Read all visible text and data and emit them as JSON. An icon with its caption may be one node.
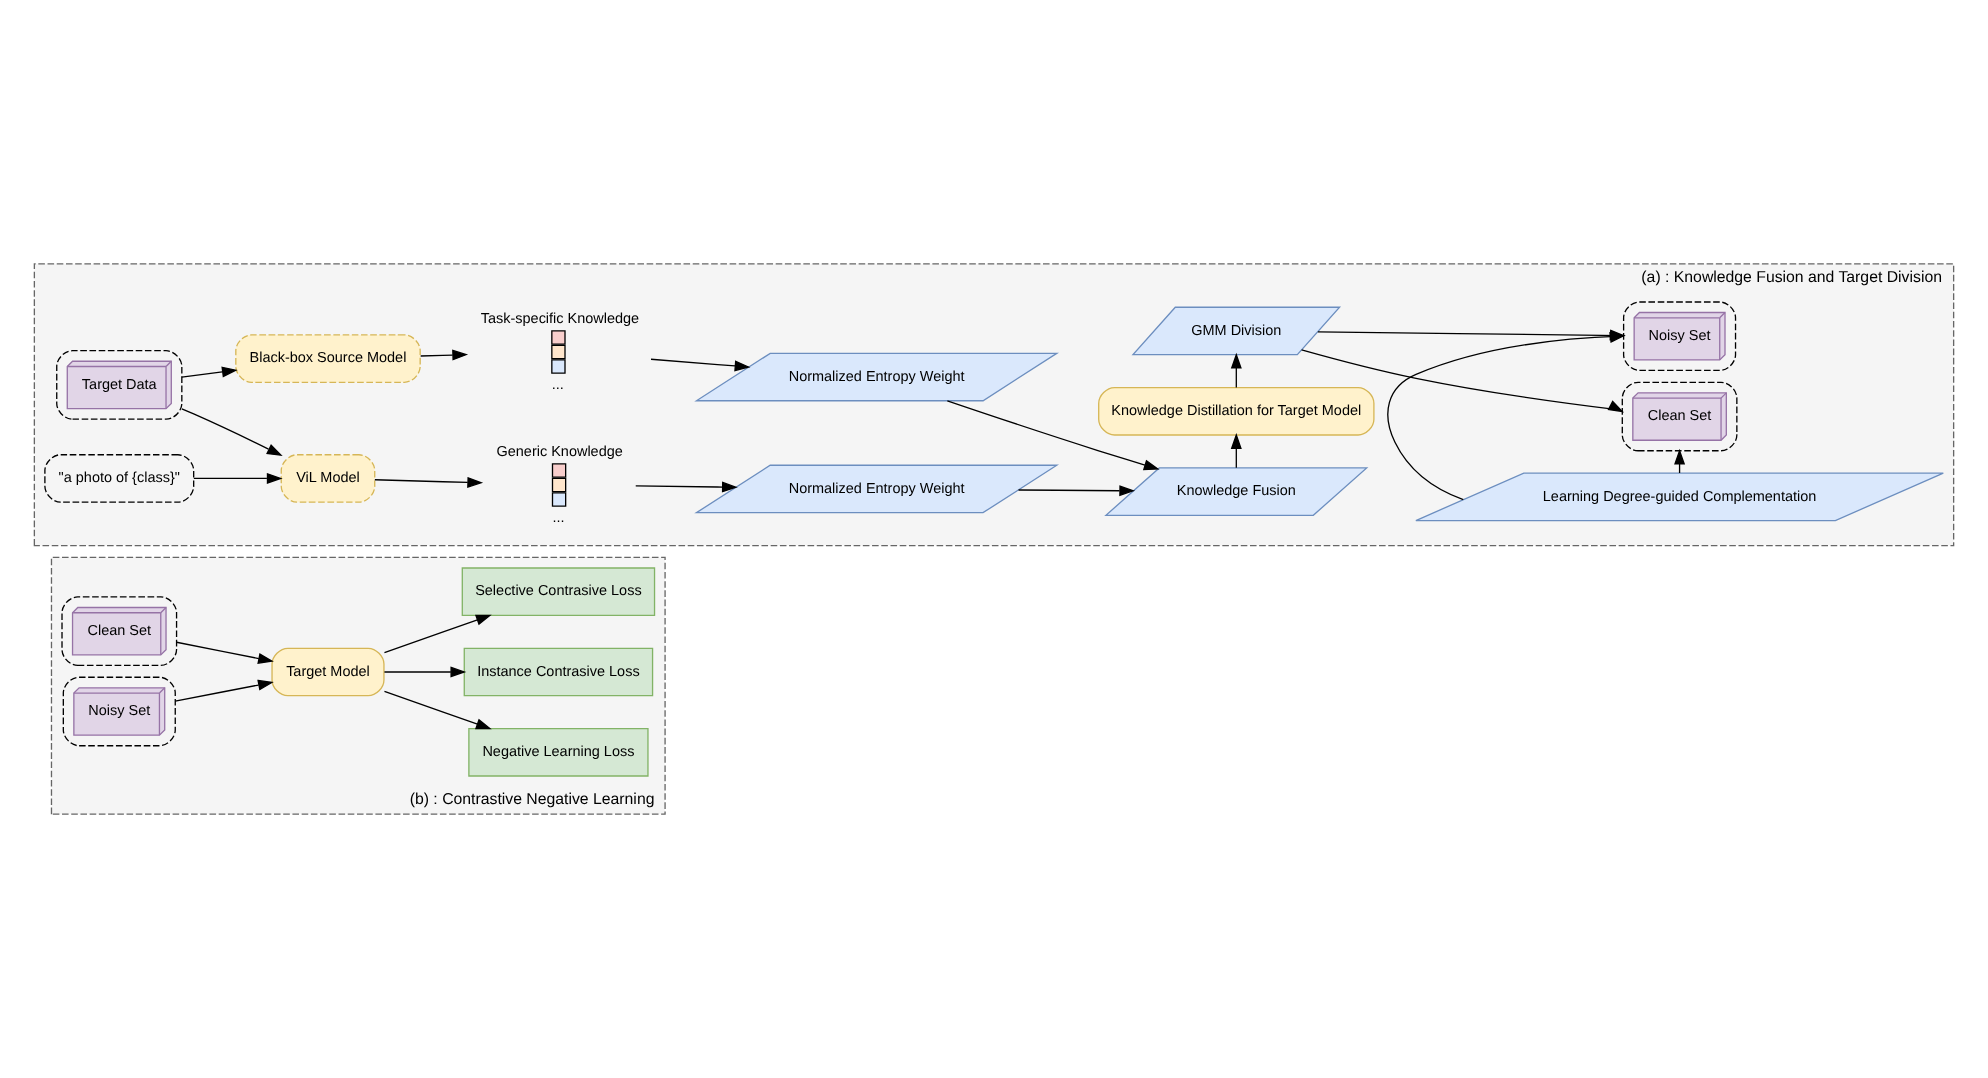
{
  "diagram": {
    "nodes": [
      {
        "text": [
          "(a) : Knowledge Fusion and Target Division"
        ]
      },
      {
        "text": [
          "\"a photo of {class}\""
        ],
        "in": 0
      },
      {
        "text": [
          "ViL Model"
        ],
        "in": 0
      },
      {
        "text": [],
        "shape": "box",
        "in": 0
      },
      {
        "text": [
          "Target Data"
        ],
        "in": 3
      },
      {
        "text": [
          "Black-box Source Model"
        ],
        "in": 0
      },
      {
        "text": [
          "Generic Knowledge"
        ],
        "beside": [
          "..."
        ],
        "in": 0
      },
      {
        "text": [
          "Task-specific Knowledge"
        ],
        "beside": [
          "..."
        ],
        "in": 0
      },
      {
        "text": [
          "Normalized Entropy Weight"
        ],
        "in": 0
      },
      {
        "text": [
          "Normalized Entropy Weight"
        ],
        "in": 0
      },
      {
        "text": [
          "Knowledge Fusion"
        ],
        "in": 0
      },
      {
        "text": [
          "Knowledge Distillation for Target Model"
        ],
        "in": 0
      },
      {
        "text": [
          "GMM Division"
        ],
        "in": 0
      },
      {
        "text": [],
        "shape": "box",
        "in": 0
      },
      {
        "text": [
          "Clean Set"
        ],
        "in": 13
      },
      {
        "text": [
          "Learning Degree-guided Complementation"
        ],
        "in": 0
      },
      {
        "text": [],
        "shape": "box",
        "in": 0
      },
      {
        "text": [
          "Noisy Set"
        ],
        "in": 16
      },
      {
        "text": [
          "(b) : Contrastive Negative Learning"
        ]
      },
      {
        "text": [],
        "shape": "box",
        "in": 18
      },
      {
        "text": [
          "Clean Set"
        ],
        "in": 19
      },
      {
        "text": [],
        "shape": "box",
        "in": 18
      },
      {
        "text": [
          "Noisy Set"
        ],
        "in": 21
      },
      {
        "text": [
          "Target Model"
        ],
        "in": 18
      },
      {
        "text": [
          "Negative Learning Loss"
        ],
        "in": 18
      },
      {
        "text": [
          "Instance Contrasive Loss"
        ],
        "in": 18
      },
      {
        "text": [
          "Selective Contrasive Loss"
        ],
        "in": 18
      }
    ],
    "edges": [
      {
        "from": 1,
        "to": 2,
        "arrow": "to"
      },
      {
        "from": 3,
        "to": 2,
        "arrow": "to"
      },
      {
        "from": 3,
        "to": 5,
        "arrow": "to"
      },
      {
        "from": 2,
        "to": 6,
        "arrow": "to"
      },
      {
        "from": 5,
        "to": 7,
        "arrow": "to"
      },
      {
        "from": 6,
        "to": 8,
        "arrow": "to"
      },
      {
        "from": 7,
        "to": 9,
        "arrow": "to"
      },
      {
        "from": 8,
        "to": 10,
        "arrow": "to"
      },
      {
        "from": 9,
        "to": 10,
        "arrow": "to"
      },
      {
        "from": 10,
        "to": 11,
        "arrow": "to"
      },
      {
        "from": 11,
        "to": 12,
        "arrow": "to"
      },
      {
        "from": 12,
        "to": 13,
        "arrow": "to"
      },
      {
        "from": 12,
        "to": 16,
        "arrow": "to"
      },
      {
        "from": 15,
        "to": 13,
        "arrow": "to"
      },
      {
        "from": 15,
        "to": 16,
        "arrow": "to"
      },
      {
        "from": 19,
        "to": 23,
        "arrow": "to"
      },
      {
        "from": 21,
        "to": 23,
        "arrow": "to"
      },
      {
        "from": 23,
        "to": 24,
        "arrow": "to"
      },
      {
        "from": 23,
        "to": 25,
        "arrow": "to"
      },
      {
        "from": 23,
        "to": 26,
        "arrow": "to"
      }
    ]
  }
}
